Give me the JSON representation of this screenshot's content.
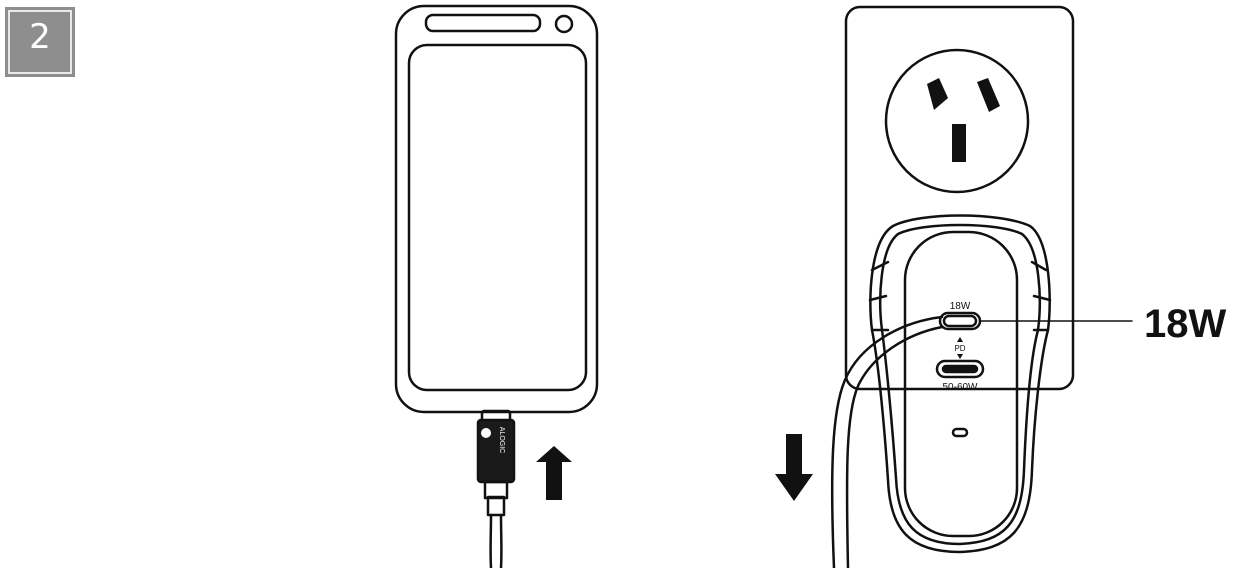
{
  "step": {
    "number": "2"
  },
  "charger": {
    "top_port_label": "18W",
    "pd_label": "PD",
    "bottom_port_label": "50-60W"
  },
  "callout": {
    "label": "18W"
  },
  "cable_brand": "ALOGIC",
  "colors": {
    "line": "#111111",
    "badge": "#8e8e8e"
  },
  "icons": [
    "arrow-up-icon",
    "arrow-down-icon"
  ]
}
